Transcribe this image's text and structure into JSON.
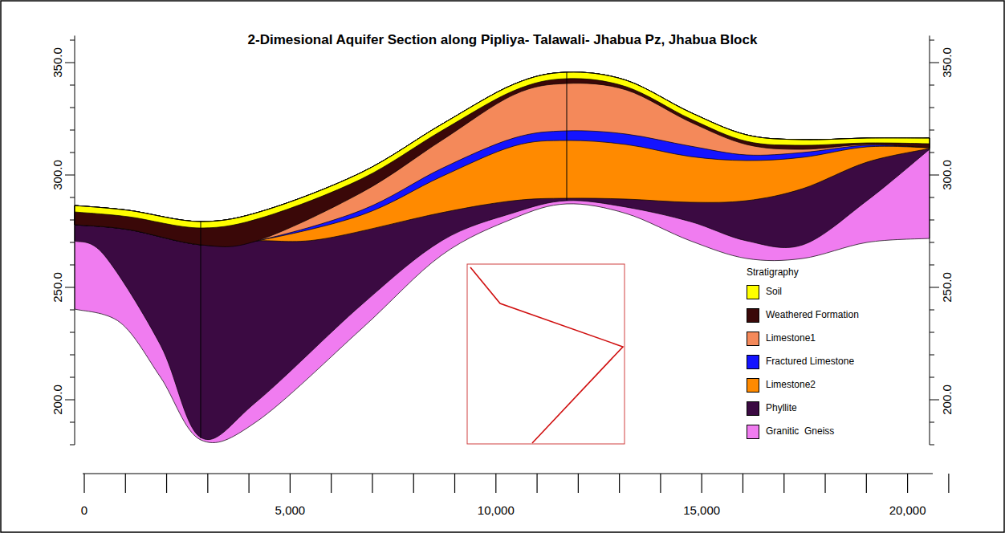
{
  "diagram": {
    "title": "2-Dimesional Aquifer Section along Pipliya- Talawali- Jhabua Pz, Jhabua Block",
    "labels": [
      "350.0",
      "300.0",
      "250.0",
      "200.0",
      "350.0",
      "300.0",
      "250.0",
      "200.0",
      "0",
      "5,000",
      "10,000",
      "15,000",
      "20,000",
      "Stratigraphy"
    ],
    "legend": [
      {
        "text": "Soil",
        "color": "#ffff00"
      },
      {
        "text": "Weathered Formation",
        "color": "#3a0808"
      },
      {
        "text": "Limestone1",
        "color": "#f4895a"
      },
      {
        "text": "Fractured Limestone",
        "color": "#1414ff"
      },
      {
        "text": "Limestone2",
        "color": "#ff8a00"
      },
      {
        "text": "Phyllite",
        "color": "#3b0a42"
      },
      {
        "text": "Granitic  Gneiss",
        "color": "#f07cf0"
      }
    ]
  }
}
